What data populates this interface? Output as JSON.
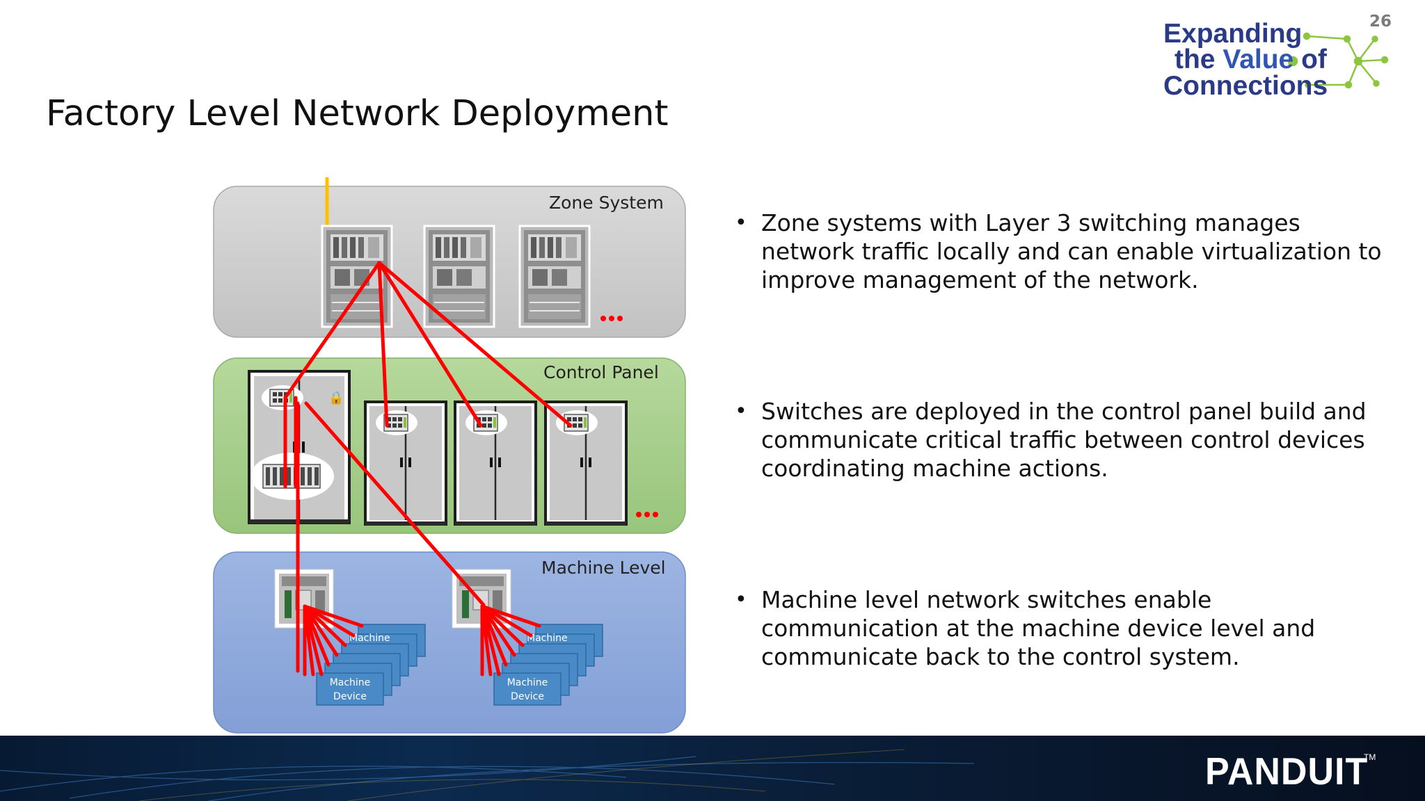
{
  "slide": {
    "number": "26",
    "title": "Factory Level Network Deployment"
  },
  "logo": {
    "line1": "Expanding",
    "line2_pre": "the ",
    "line2_highlight": "Value",
    "line2_post": " of",
    "line3": "Connections"
  },
  "diagram": {
    "levels": [
      {
        "label": "Zone System",
        "color": "#d2d2d2"
      },
      {
        "label": "Control Panel",
        "color": "#a8d08d"
      },
      {
        "label": "Machine Level",
        "color": "#8ea9db"
      }
    ],
    "device_label_line1": "Machine",
    "device_label_line2": "Device",
    "device_stack_hidden_label": "Machine",
    "ellipsis": "...",
    "link_color": "#ff0000",
    "uplink_color": "#ffc000"
  },
  "bullets": [
    "Zone systems with Layer 3 switching manages network traffic locally and can enable virtualization to improve management of the network.",
    "Switches are deployed in the control panel build and communicate critical traffic between control devices coordinating machine actions.",
    "Machine level network switches enable communication at the machine device level and communicate back to the control system."
  ],
  "footer": {
    "brand": "PANDUIT",
    "trademark": "TM"
  }
}
